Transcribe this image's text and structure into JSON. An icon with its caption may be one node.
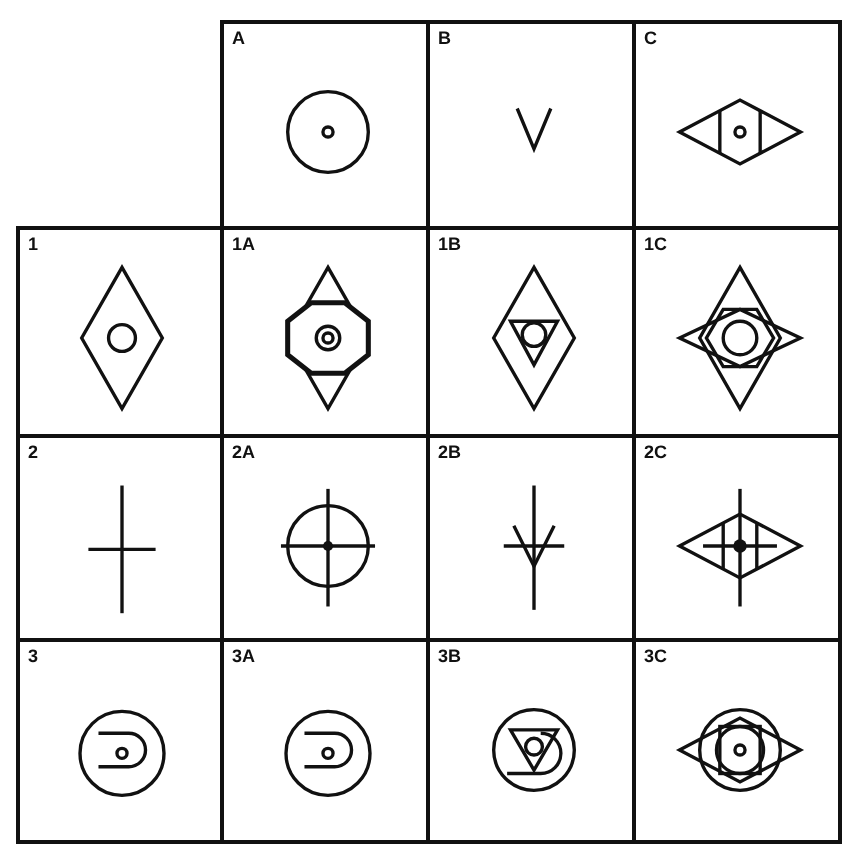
{
  "diagram": {
    "labels": [
      "A",
      "B",
      "C",
      "1",
      "1A",
      "1B",
      "1C",
      "2",
      "2A",
      "2B",
      "2C",
      "3",
      "3A",
      "3B",
      "3C"
    ]
  }
}
